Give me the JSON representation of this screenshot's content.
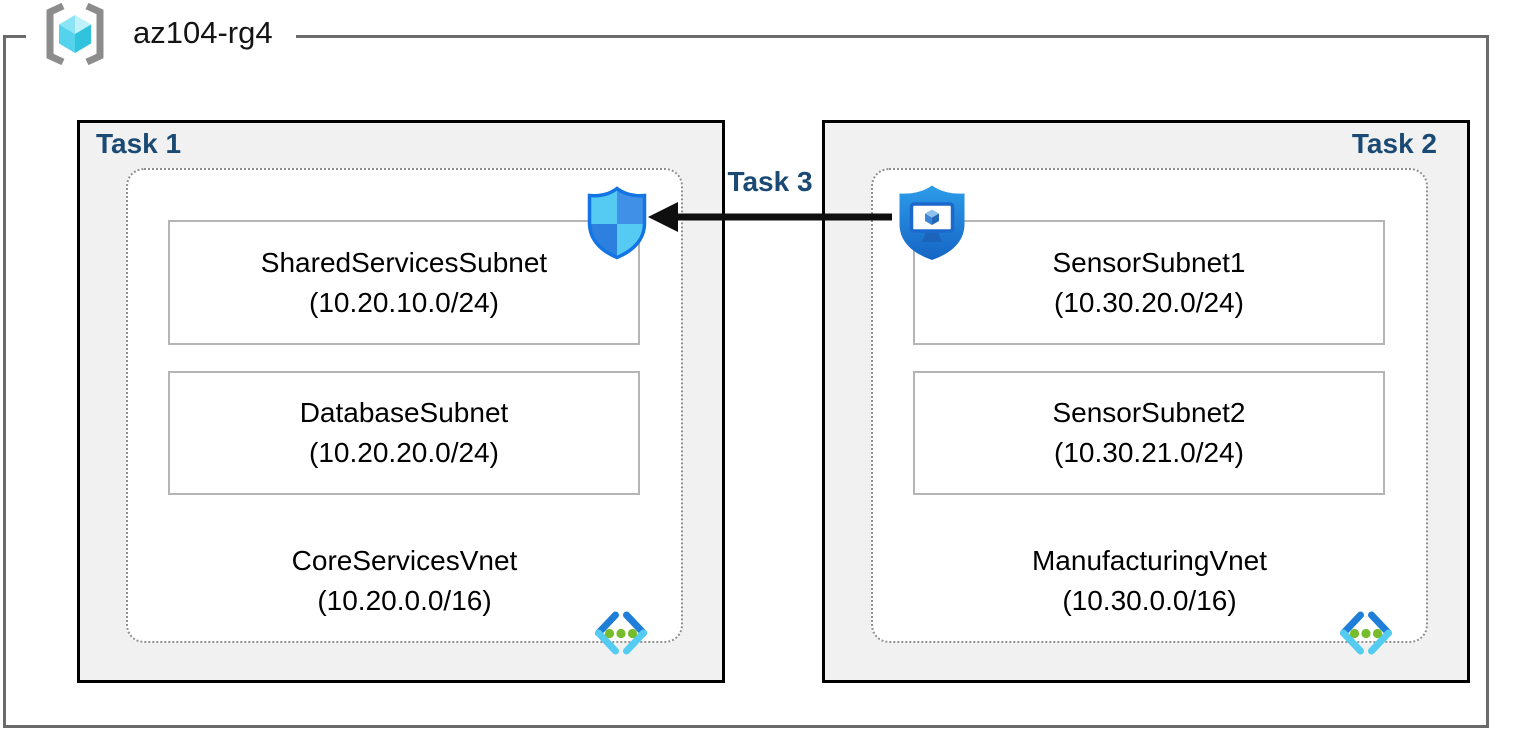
{
  "resource_group": {
    "name": "az104-rg4"
  },
  "tasks": {
    "task1": "Task 1",
    "task2": "Task 2",
    "task3": "Task 3"
  },
  "vnets": [
    {
      "name": "CoreServicesVnet",
      "cidr": "(10.20.0.0/16)",
      "task": "Task 1",
      "subnets": [
        {
          "name": "SharedServicesSubnet",
          "cidr": "(10.20.10.0/24)"
        },
        {
          "name": "DatabaseSubnet",
          "cidr": "(10.20.20.0/24)"
        }
      ]
    },
    {
      "name": "ManufacturingVnet",
      "cidr": "(10.30.0.0/16)",
      "task": "Task 2",
      "subnets": [
        {
          "name": "SensorSubnet1",
          "cidr": "(10.30.20.0/24)"
        },
        {
          "name": "SensorSubnet2",
          "cidr": "(10.30.21.0/24)"
        }
      ]
    }
  ],
  "icons": {
    "resource_group": "resource-group-icon",
    "network_security_shield": "network-security-shield-icon",
    "bastion_protected_vm": "bastion-shield-monitor-icon",
    "virtual_network": "virtual-network-icon",
    "arrow": "task3-arrow-left"
  },
  "colors": {
    "task_label": "#1a4a73",
    "task_fill": "#f1f1f1",
    "task_border": "#000000",
    "rg_border": "#6b6b6b",
    "vnet_dotted_border": "#8f8f8f",
    "subnet_border": "#b5b5b5",
    "arrow": "#0f0f0f",
    "chevron_dark_blue": "#1f7ed8",
    "chevron_light_blue": "#54ccf2",
    "dots_green": "#76bc2d",
    "shield_light": "#55cbf4",
    "shield_medium": "#3f90e6",
    "shield_outline": "#1374e3",
    "cube_cyan": "#55d2ec"
  }
}
